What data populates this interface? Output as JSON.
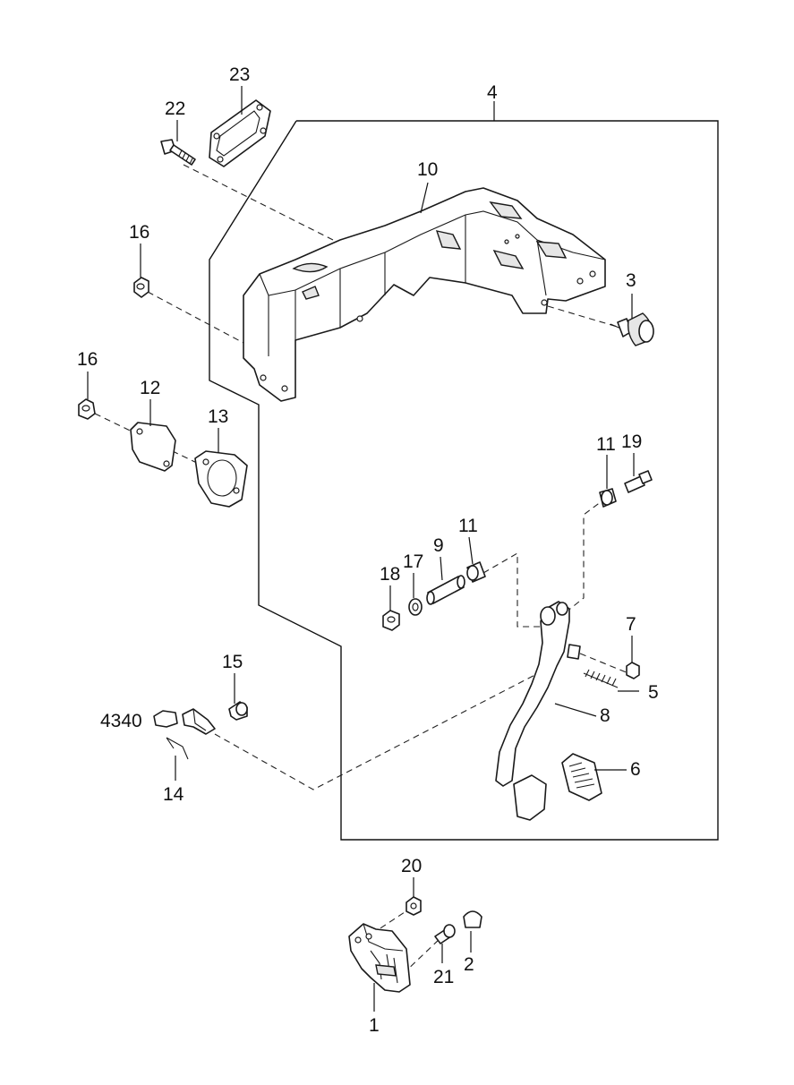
{
  "callouts": {
    "c1": "1",
    "c2": "2",
    "c3": "3",
    "c4": "4",
    "c5": "5",
    "c6": "6",
    "c7": "7",
    "c8": "8",
    "c9": "9",
    "c10": "10",
    "c11a": "11",
    "c11b": "11",
    "c12": "12",
    "c13": "13",
    "c14": "14",
    "c15": "15",
    "c16a": "16",
    "c16b": "16",
    "c17": "17",
    "c18": "18",
    "c19": "19",
    "c20": "20",
    "c21": "21",
    "c22": "22",
    "c23": "23",
    "c4340": "4340"
  }
}
